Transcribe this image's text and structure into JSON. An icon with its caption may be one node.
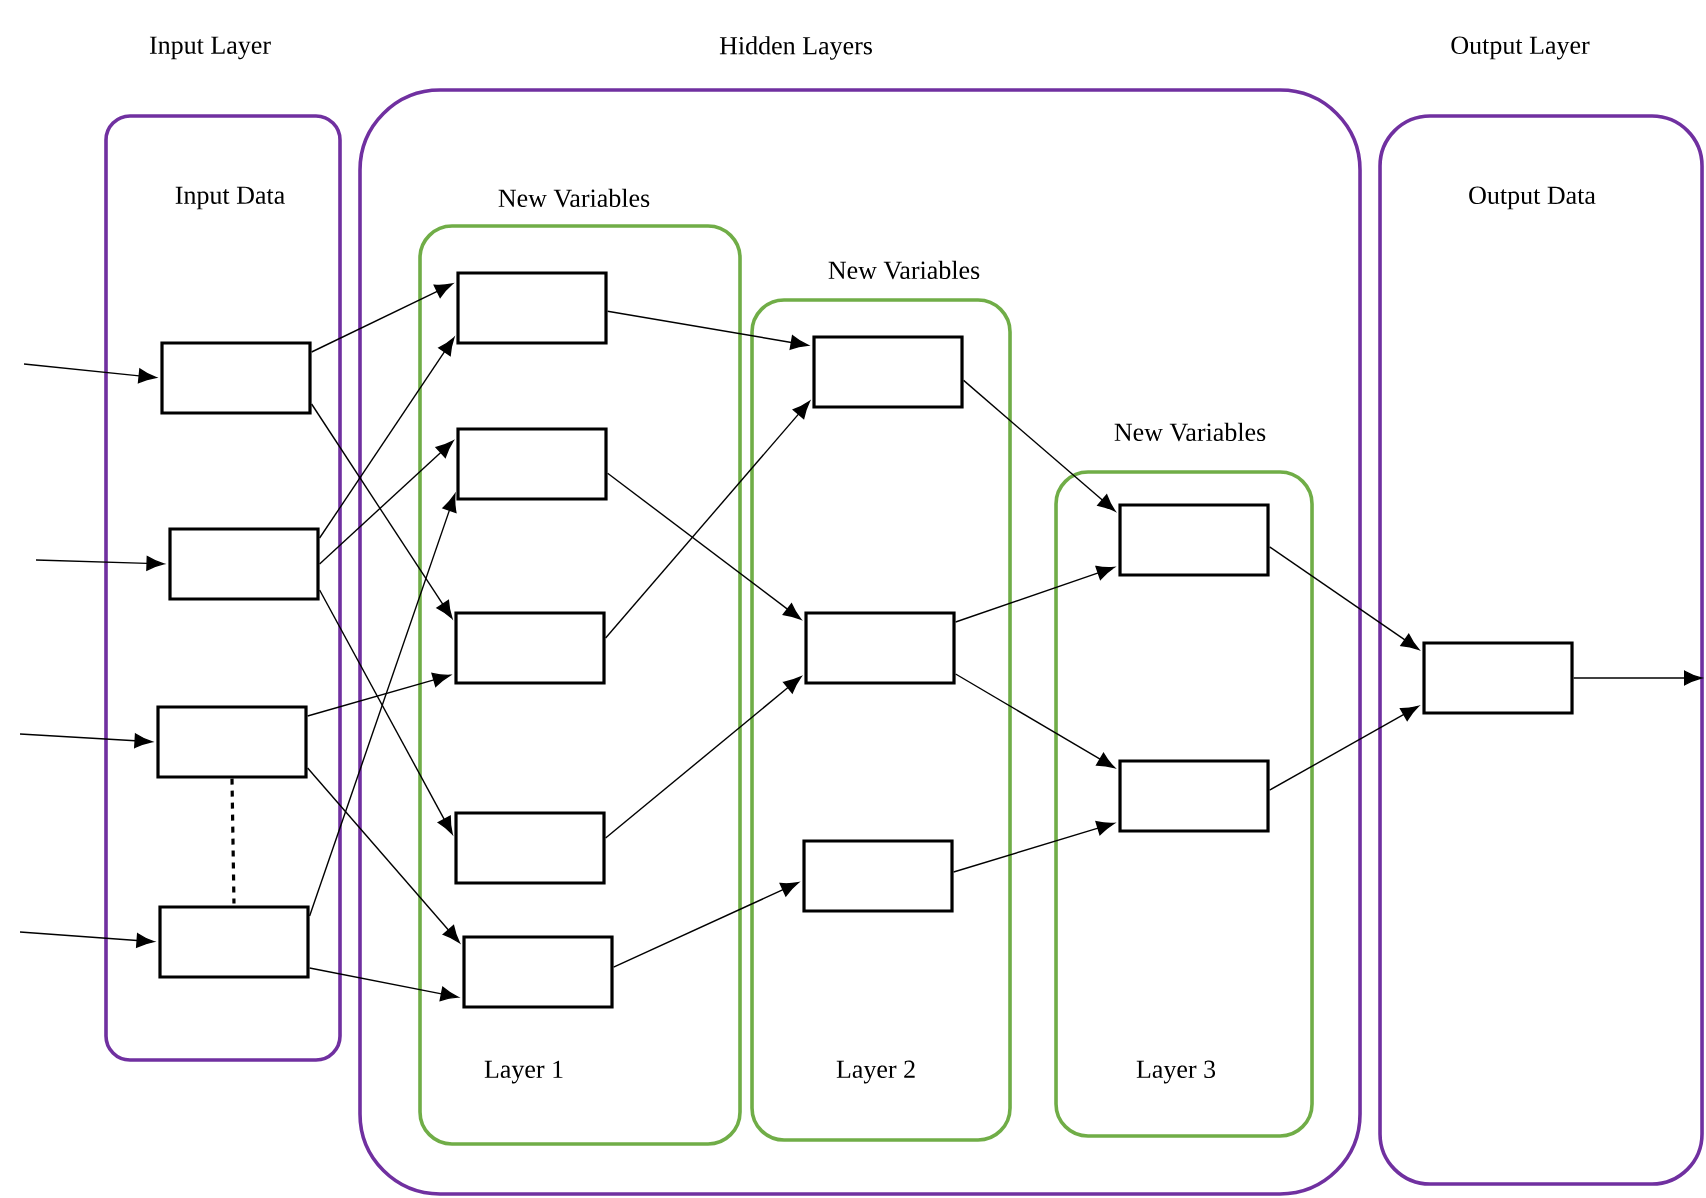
{
  "diagram": {
    "nodes": [
      {
        "text": [
          "Input Layer",
          "Input Data"
        ]
      },
      {
        "text": [],
        "shape": "box",
        "in": 0
      },
      {
        "text": [],
        "shape": "box",
        "in": 0
      },
      {
        "text": [],
        "shape": "box",
        "in": 0
      },
      {
        "text": [],
        "shape": "box",
        "in": 0
      },
      {
        "text": [
          "Hidden Layers"
        ]
      },
      {
        "text": [
          "New Variables",
          "Layer 1"
        ],
        "in": 5
      },
      {
        "text": [],
        "shape": "box",
        "in": 6
      },
      {
        "text": [],
        "shape": "box",
        "in": 6
      },
      {
        "text": [],
        "shape": "box",
        "in": 6
      },
      {
        "text": [],
        "shape": "box",
        "in": 6
      },
      {
        "text": [],
        "shape": "box",
        "in": 6
      },
      {
        "text": [
          "New Variables",
          "Layer 2"
        ],
        "in": 5
      },
      {
        "text": [],
        "shape": "box",
        "in": 12
      },
      {
        "text": [],
        "shape": "box",
        "in": 12
      },
      {
        "text": [],
        "shape": "box",
        "in": 12
      },
      {
        "text": [
          "New Variables",
          "Layer 3"
        ],
        "in": 5
      },
      {
        "text": [],
        "shape": "box",
        "in": 16
      },
      {
        "text": [],
        "shape": "box",
        "in": 16
      },
      {
        "text": [
          "Output Layer",
          "Output Data"
        ]
      },
      {
        "text": [],
        "shape": "box",
        "in": 19
      }
    ],
    "edges": [
      {
        "from": null,
        "to": 1,
        "arrow": "to"
      },
      {
        "from": null,
        "to": 2,
        "arrow": "to"
      },
      {
        "from": null,
        "to": 3,
        "arrow": "to"
      },
      {
        "from": null,
        "to": 4,
        "arrow": "to"
      },
      {
        "from": 3,
        "to": 4,
        "arrow": "none",
        "style": "dashed"
      },
      {
        "from": 1,
        "to": 7,
        "arrow": "to"
      },
      {
        "from": 1,
        "to": 9,
        "arrow": "to"
      },
      {
        "from": 2,
        "to": 7,
        "arrow": "to"
      },
      {
        "from": 2,
        "to": 8,
        "arrow": "to"
      },
      {
        "from": 2,
        "to": 10,
        "arrow": "to"
      },
      {
        "from": 3,
        "to": 9,
        "arrow": "to"
      },
      {
        "from": 3,
        "to": 11,
        "arrow": "to"
      },
      {
        "from": 4,
        "to": 8,
        "arrow": "to"
      },
      {
        "from": 4,
        "to": 11,
        "arrow": "to"
      },
      {
        "from": 7,
        "to": 13,
        "arrow": "to"
      },
      {
        "from": 8,
        "to": 14,
        "arrow": "to"
      },
      {
        "from": 9,
        "to": 13,
        "arrow": "to"
      },
      {
        "from": 10,
        "to": 14,
        "arrow": "to"
      },
      {
        "from": 11,
        "to": 15,
        "arrow": "to"
      },
      {
        "from": 13,
        "to": 17,
        "arrow": "to"
      },
      {
        "from": 14,
        "to": 17,
        "arrow": "to"
      },
      {
        "from": 14,
        "to": 18,
        "arrow": "to"
      },
      {
        "from": 15,
        "to": 18,
        "arrow": "to"
      },
      {
        "from": 17,
        "to": 20,
        "arrow": "to"
      },
      {
        "from": 18,
        "to": 20,
        "arrow": "to"
      },
      {
        "from": 20,
        "to": null,
        "arrow": "to"
      }
    ]
  }
}
